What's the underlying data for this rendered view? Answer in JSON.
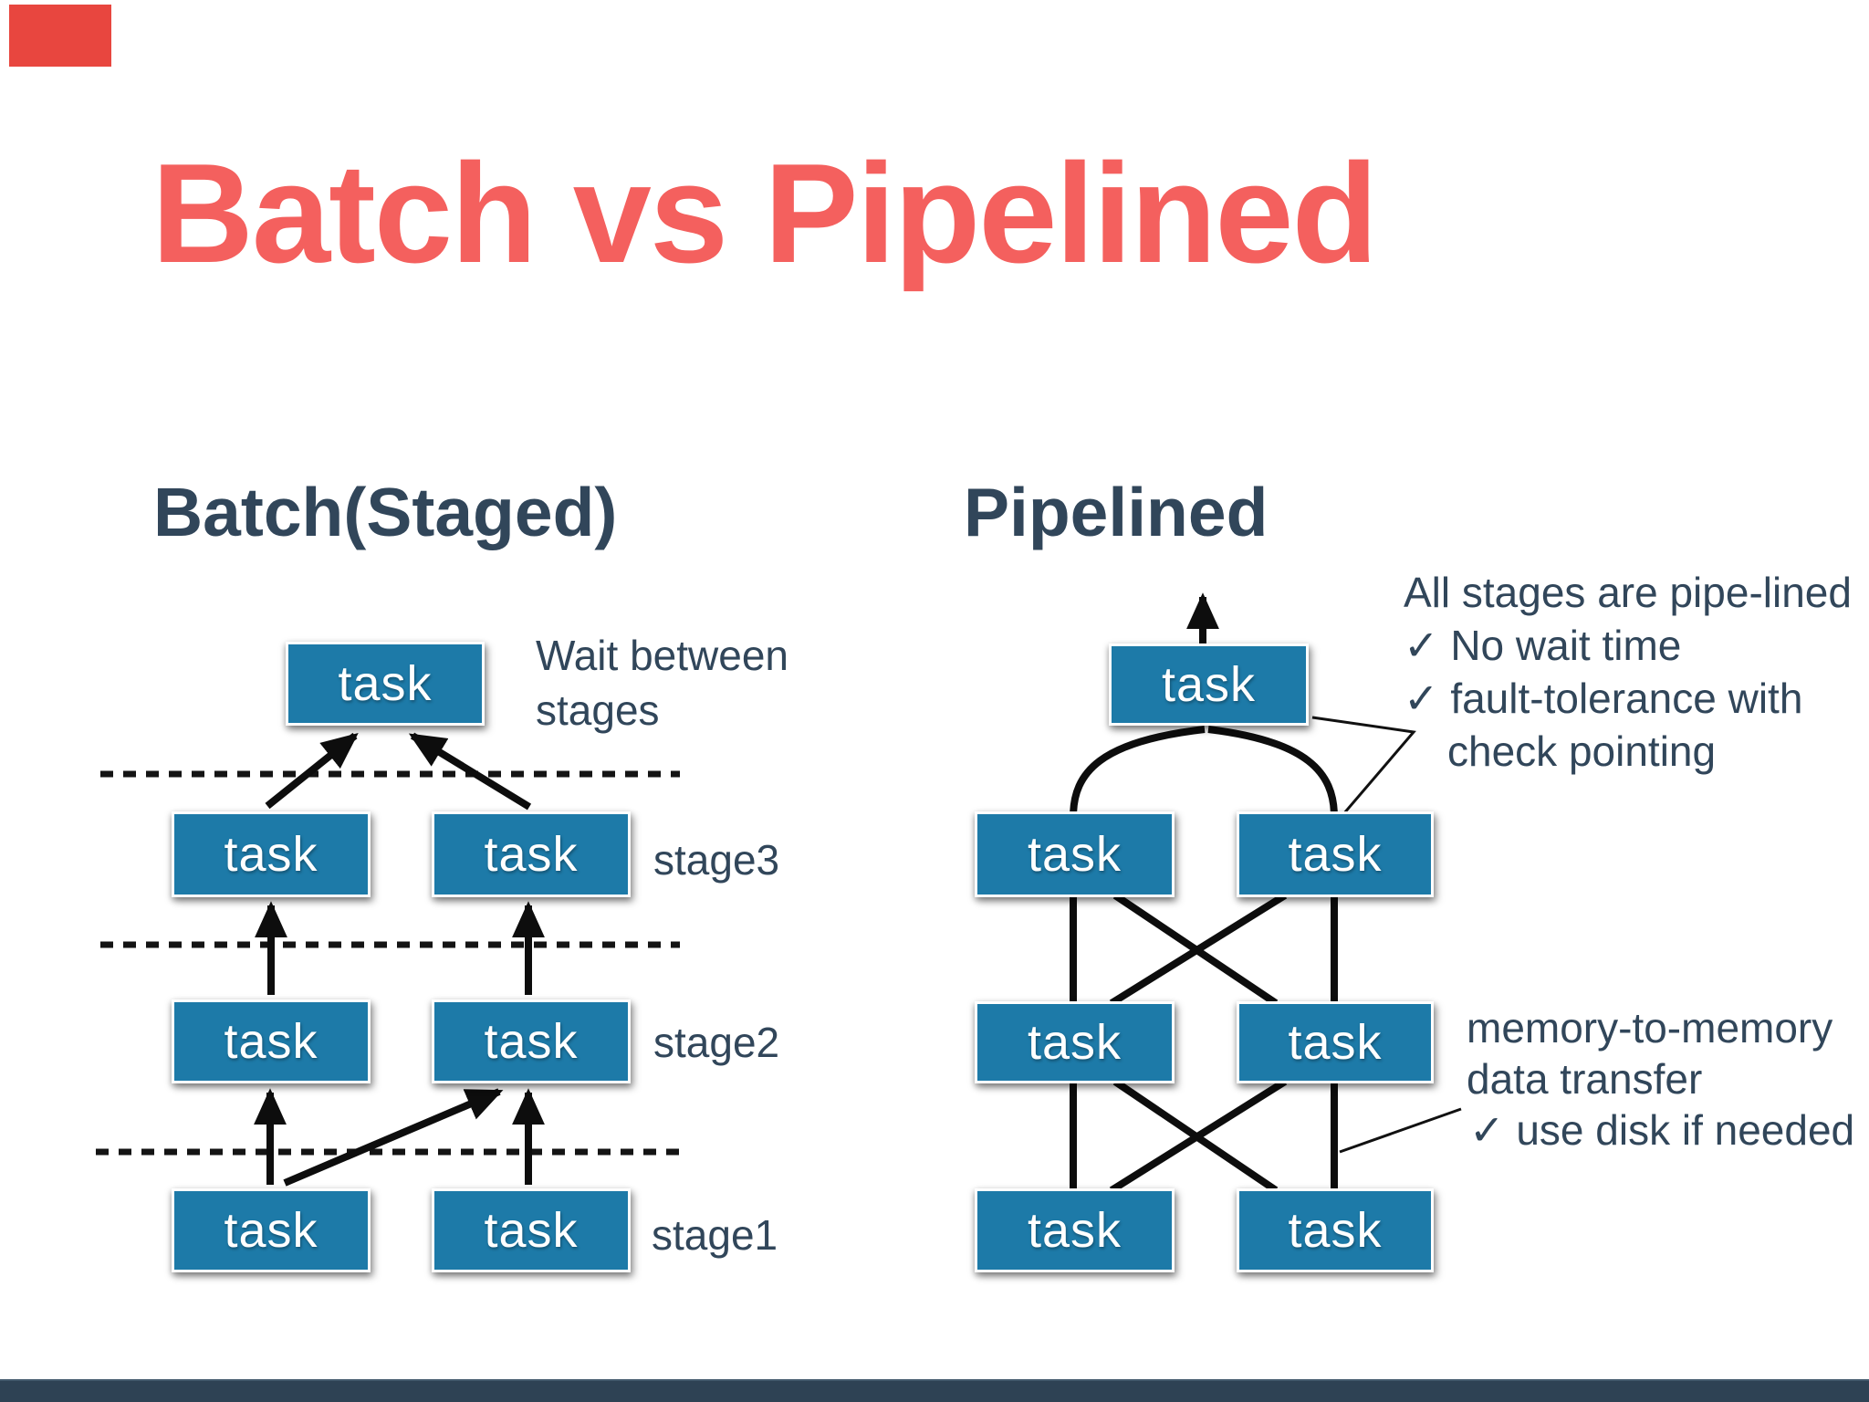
{
  "slide": {
    "title": "Batch vs Pipelined",
    "title_color": "#f4605e",
    "text_color": "#31465a",
    "task_box_color": "#1d7aa8",
    "footer_bar_color": "#2e4254",
    "corner_accent_color": "#e8463f"
  },
  "batch": {
    "heading": "Batch(Staged)",
    "task_label": "task",
    "wait_note": [
      "Wait between",
      "stages"
    ],
    "stage_labels": [
      "stage3",
      "stage2",
      "stage1"
    ]
  },
  "pipelined": {
    "heading": "Pipelined",
    "task_label": "task",
    "notes_top": [
      "All stages are pipe-lined",
      "✓ No wait time",
      "✓ fault-tolerance with",
      "check pointing"
    ],
    "notes_bottom": [
      "memory-to-memory",
      "data transfer",
      "✓ use disk if needed"
    ]
  }
}
